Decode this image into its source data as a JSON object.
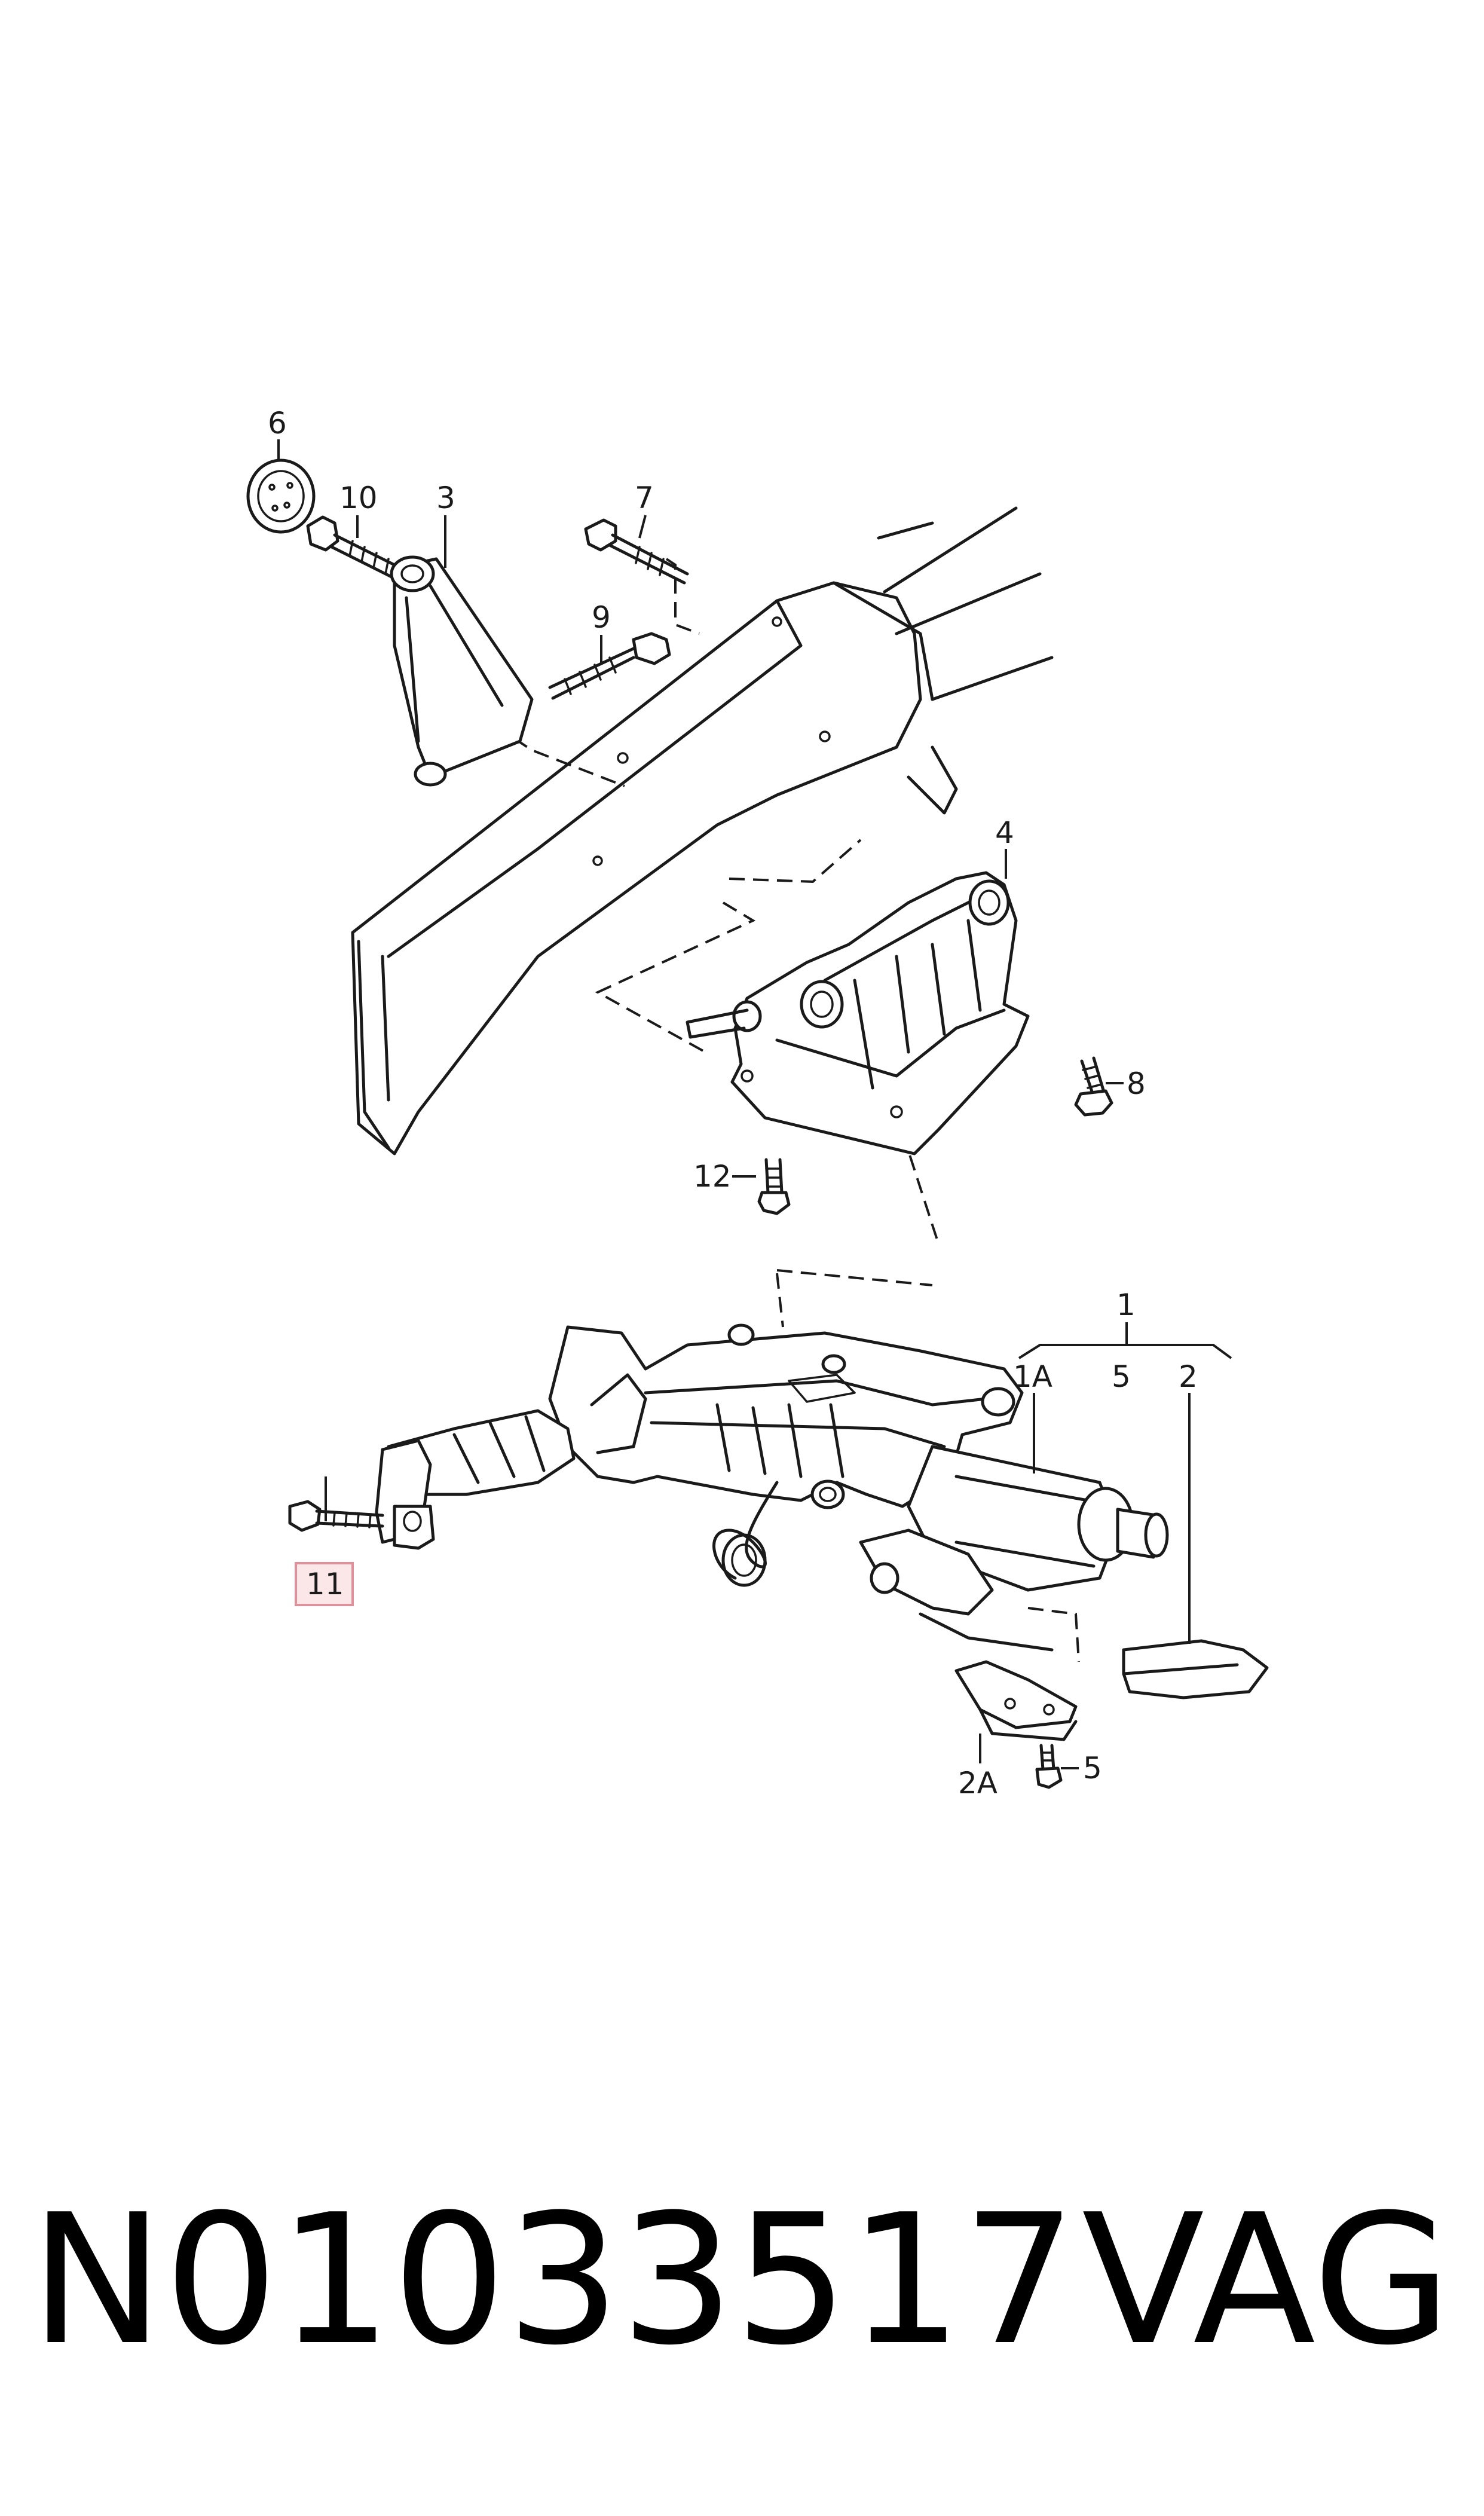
{
  "callouts": {
    "c1": "1",
    "c1A": "1A",
    "c2": "2",
    "c2A": "2A",
    "c3": "3",
    "c4": "4",
    "c5_top": "5",
    "c5_bottom": "5",
    "c6": "6",
    "c7": "7",
    "c8": "8",
    "c9": "9",
    "c10": "10",
    "c11": "11",
    "c12": "12"
  },
  "footer": {
    "part_number": "N01033517",
    "brand": "VAG"
  },
  "colors": {
    "line": "#1a1a1a",
    "highlight_fill": "#fbe6e8",
    "highlight_border": "#e0909a"
  }
}
